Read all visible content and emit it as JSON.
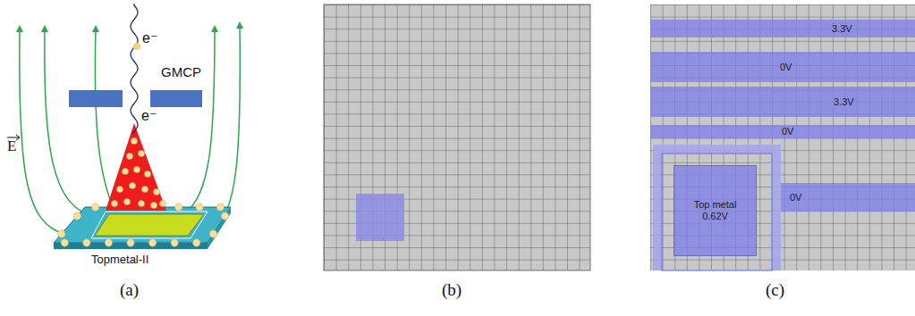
{
  "diagram": {
    "nodes": [
      {
        "text": [
          "3.3V"
        ]
      },
      {
        "text": [
          "0V"
        ]
      },
      {
        "text": [
          "3.3V"
        ]
      },
      {
        "text": [
          "0V"
        ]
      },
      {
        "text": [
          "Top metal 0.62V"
        ]
      },
      {
        "text": [
          "0V"
        ]
      }
    ],
    "labels": [
      "e⁻",
      "GMCP",
      "e⁻",
      "E",
      "Topmetal-II",
      "(a)",
      "(b)",
      "(c)"
    ]
  }
}
